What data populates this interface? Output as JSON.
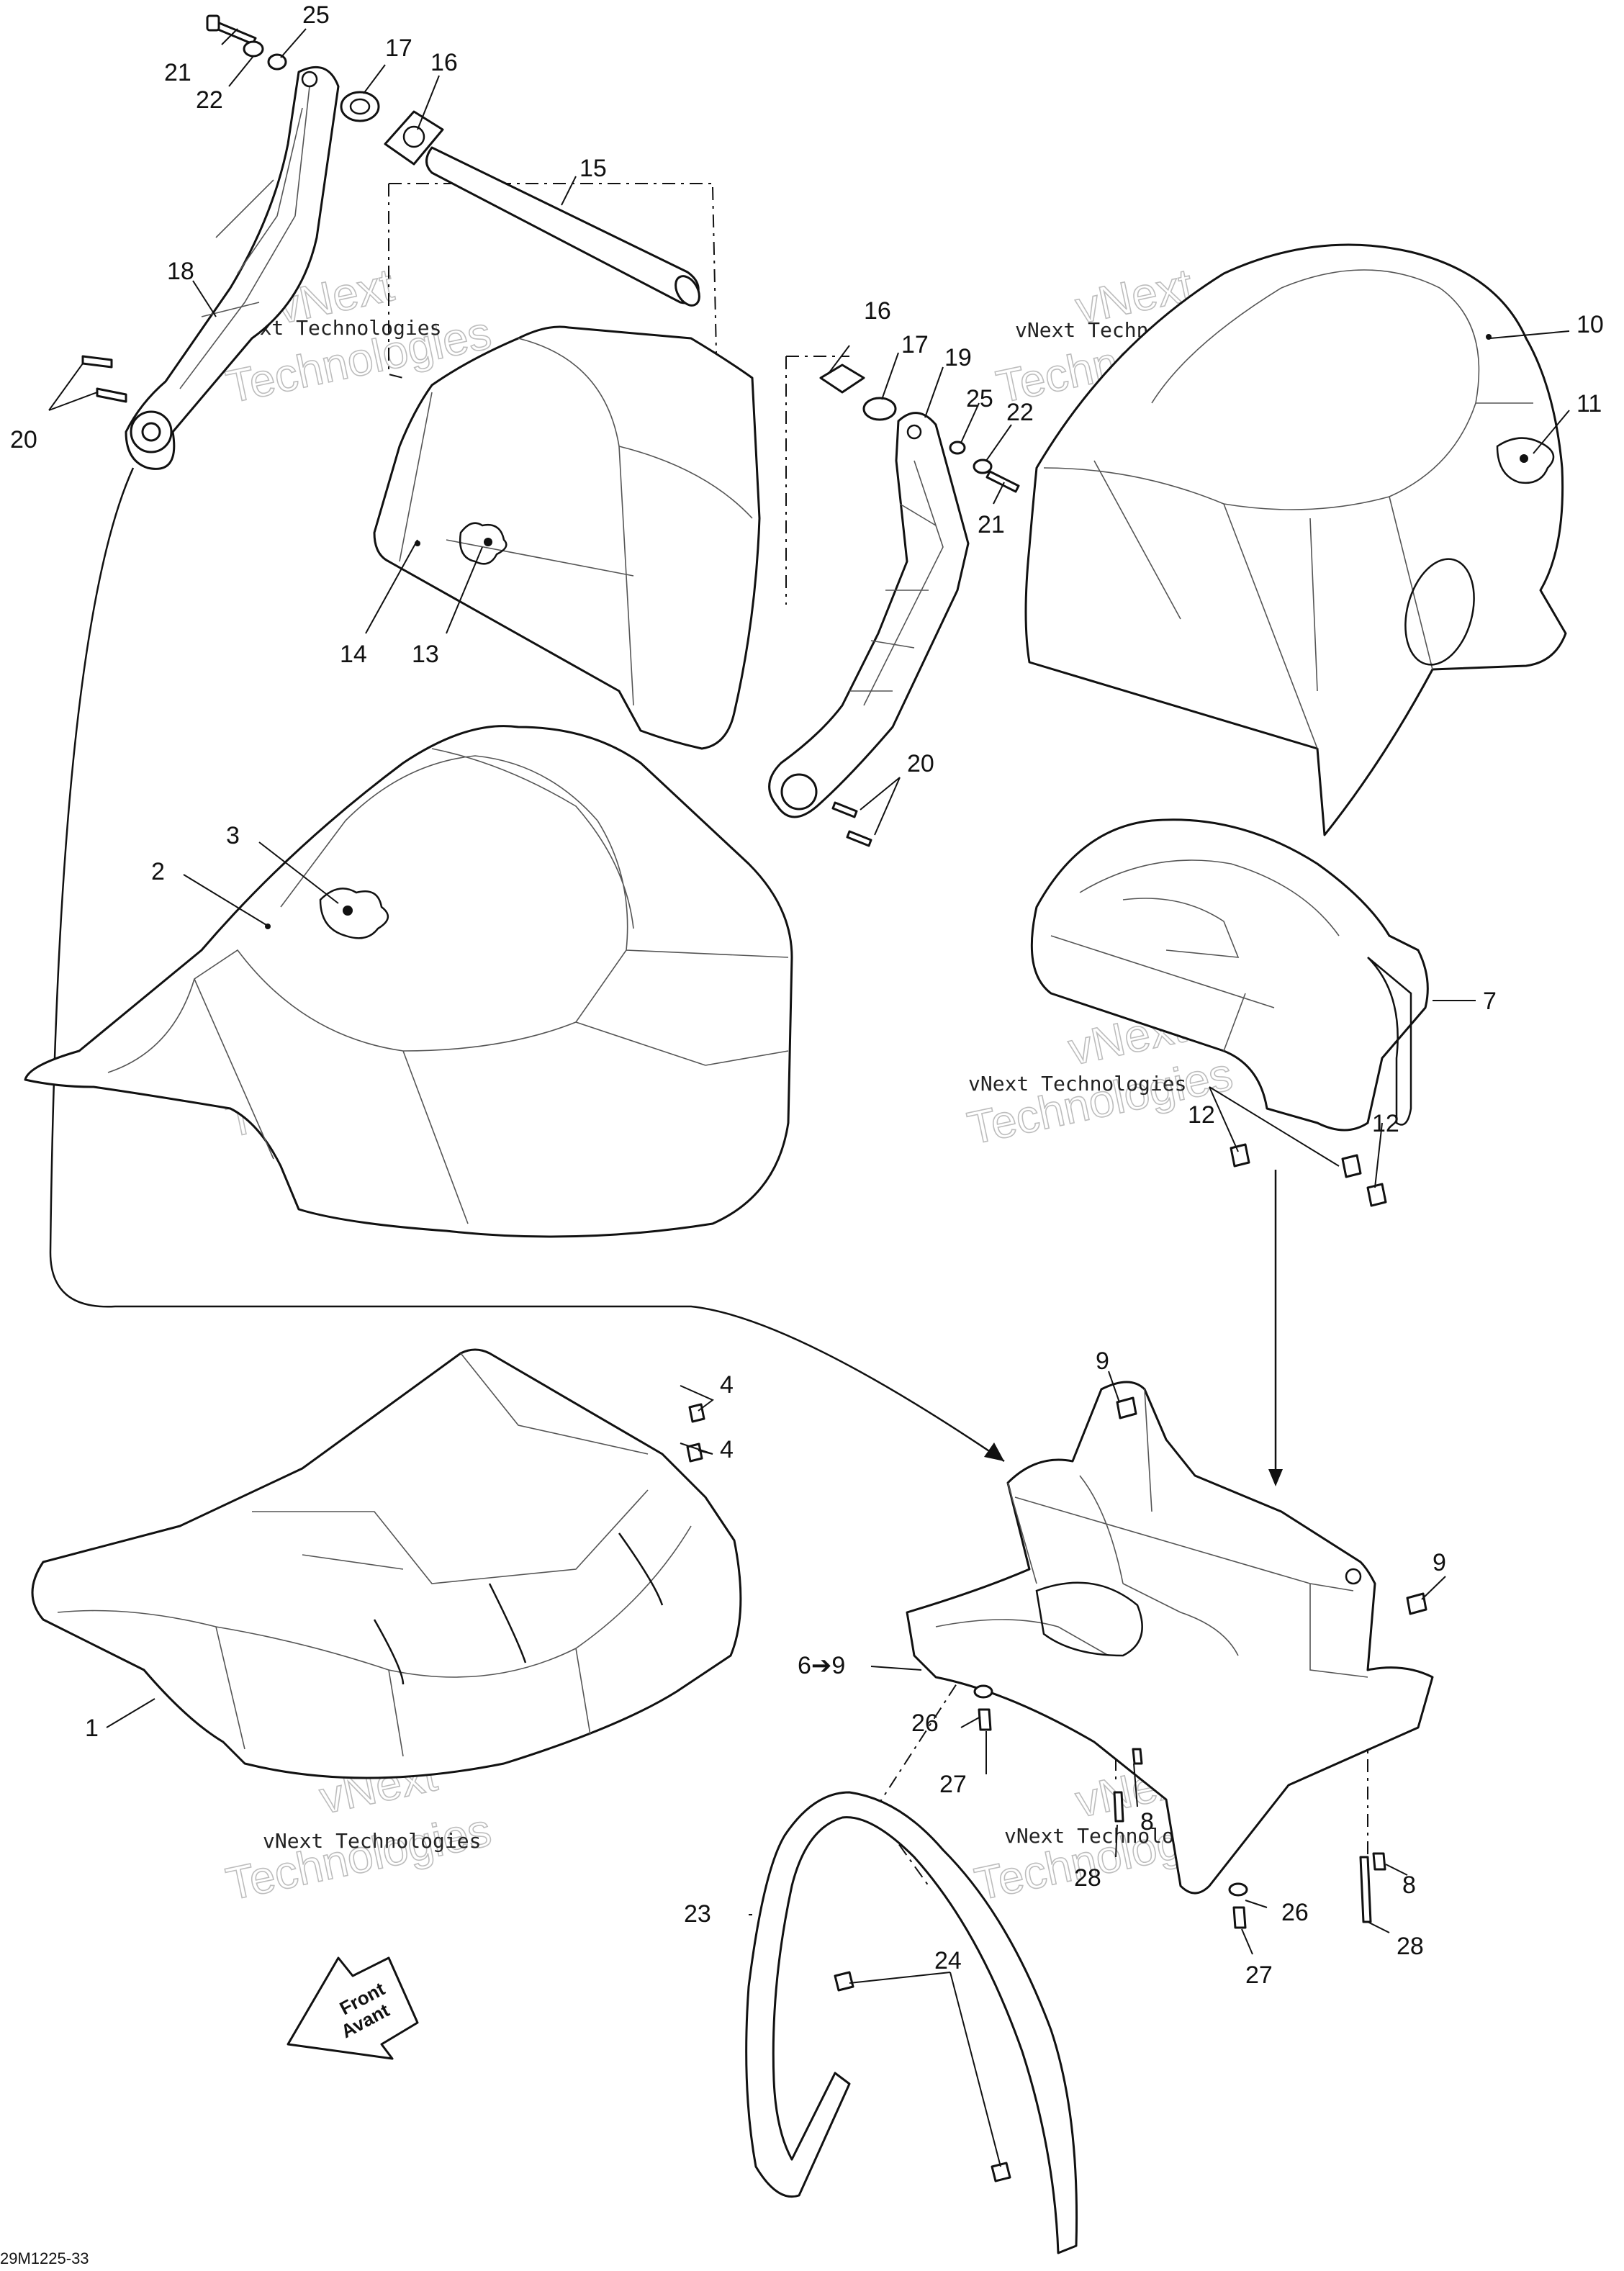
{
  "diagram": {
    "code": "29M1225-33",
    "front_label": "Front",
    "avant_label": "Avant",
    "watermark_small": "vNext Technologies",
    "watermark_large_1": "vNext",
    "watermark_large_2": "Technologies",
    "callouts": {
      "c1": "1",
      "c2": "2",
      "c3": "3",
      "c4a": "4",
      "c4b": "4",
      "c6_9": "6➔9",
      "c7": "7",
      "c8a": "8",
      "c8b": "8",
      "c9a": "9",
      "c9b": "9",
      "c10": "10",
      "c11": "11",
      "c12a": "12",
      "c12b": "12",
      "c13": "13",
      "c14": "14",
      "c15": "15",
      "c16a": "16",
      "c16b": "16",
      "c17a": "17",
      "c17b": "17",
      "c18": "18",
      "c19": "19",
      "c20a": "20",
      "c20b": "20",
      "c21a": "21",
      "c21b": "21",
      "c22a": "22",
      "c22b": "22",
      "c23": "23",
      "c24": "24",
      "c25a": "25",
      "c25b": "25",
      "c26a": "26",
      "c26b": "26",
      "c27a": "27",
      "c27b": "27",
      "c28a": "28",
      "c28b": "28"
    }
  }
}
